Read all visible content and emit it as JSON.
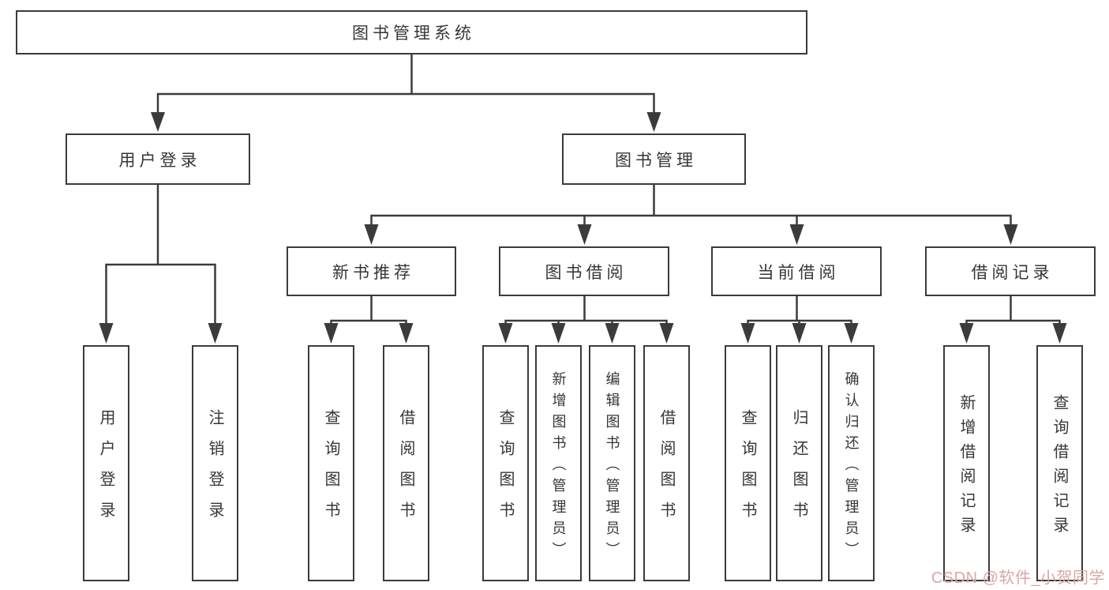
{
  "diagram": {
    "tree": {
      "label": "图书管理系统",
      "children": [
        {
          "label": "用户登录",
          "children": [
            {
              "label": "用户登录"
            },
            {
              "label": "注销登录"
            }
          ]
        },
        {
          "label": "图书管理",
          "children": [
            {
              "label": "新书推荐",
              "children": [
                {
                  "label": "查询图书"
                },
                {
                  "label": "借阅图书"
                }
              ]
            },
            {
              "label": "图书借阅",
              "children": [
                {
                  "label": "查询图书"
                },
                {
                  "label": "新增图书（管理员）"
                },
                {
                  "label": "编辑图书（管理员）"
                },
                {
                  "label": "借阅图书"
                }
              ]
            },
            {
              "label": "当前借阅",
              "children": [
                {
                  "label": "查询图书"
                },
                {
                  "label": "归还图书"
                },
                {
                  "label": "确认归还（管理员）"
                }
              ]
            },
            {
              "label": "借阅记录",
              "children": [
                {
                  "label": "新增借阅记录"
                },
                {
                  "label": "查询借阅记录"
                }
              ]
            }
          ]
        }
      ]
    },
    "colors": {
      "line": "#3b3b3b",
      "text": "#363636",
      "background": "#ffffff",
      "watermark": "#d9a6a6"
    },
    "watermark": {
      "text": "CSDN @软件_小贺同学"
    }
  }
}
